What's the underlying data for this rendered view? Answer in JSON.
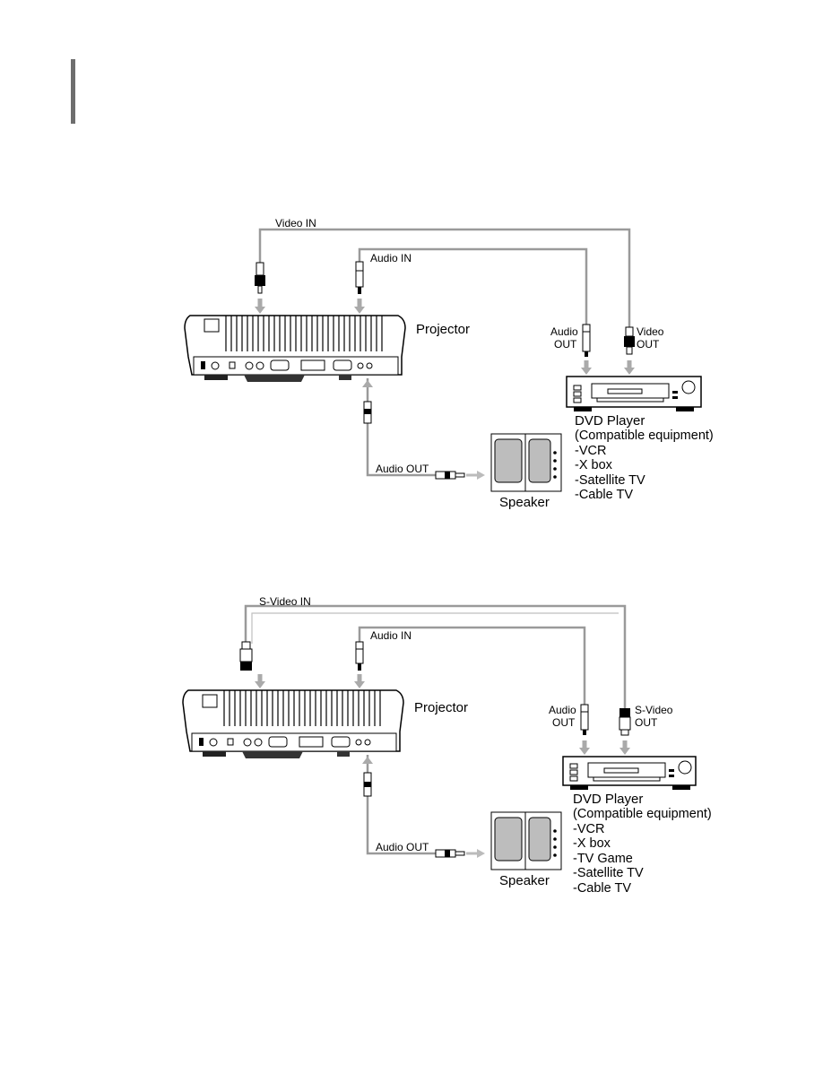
{
  "diagram_1": {
    "video_in_label": "Video IN",
    "audio_in_label": "Audio IN",
    "projector_label": "Projector",
    "audio_out_dvd_line1": "Audio",
    "audio_out_dvd_line2": "OUT",
    "video_out_line1": "Video",
    "video_out_line2": "OUT",
    "audio_out_label": "Audio OUT",
    "speaker_label": "Speaker",
    "device_title": "DVD Player",
    "device_items": [
      "(Compatible  equipment)",
      "-VCR",
      "-X box",
      "-Satellite TV",
      "-Cable TV"
    ]
  },
  "diagram_2": {
    "svideo_in_label": "S-Video IN",
    "audio_in_label": "Audio IN",
    "projector_label": "Projector",
    "audio_out_dvd_line1": "Audio",
    "audio_out_dvd_line2": "OUT",
    "svideo_out_line1": "S-Video",
    "svideo_out_line2": "OUT",
    "audio_out_label": "Audio OUT",
    "speaker_label": "Speaker",
    "device_title": "DVD Player",
    "device_items": [
      "(Compatible  equipment)",
      "-VCR",
      "-X box",
      "-TV Game",
      "-Satellite TV",
      "-Cable TV"
    ]
  }
}
